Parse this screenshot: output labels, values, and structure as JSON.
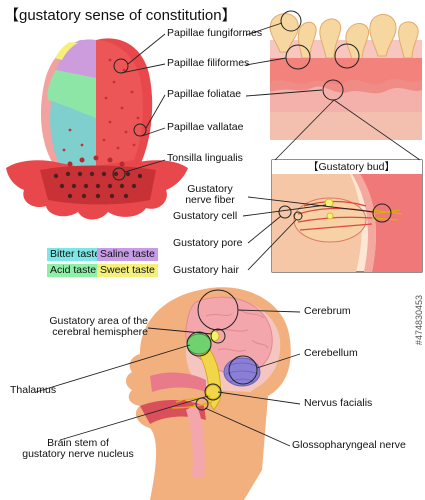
{
  "title": "【gustatory sense of constitution】",
  "tongue_labels": {
    "fungiformes": "Papillae fungiformes",
    "filiformes": "Papillae filiformes",
    "foliatae": "Papillae foliatae",
    "vallatae": "Papillae vallatae",
    "tonsilla": "Tonsilla lingualis"
  },
  "bud": {
    "title": "【Gustatory bud】",
    "nerve_fiber_line1": "Gustatory",
    "nerve_fiber_line2": "nerve fiber",
    "cell": "Gustatory cell",
    "pore": "Gustatory pore",
    "hair": "Gustatory hair"
  },
  "legend": [
    {
      "label": "Bitter taste",
      "color": "#7fe6e6"
    },
    {
      "label": "Saline taste",
      "color": "#c79be6"
    },
    {
      "label": "Acid taste",
      "color": "#8ef0a6"
    },
    {
      "label": "Sweet taste",
      "color": "#f5f07a"
    }
  ],
  "head_labels": {
    "area_line1": "Gustatory area of the",
    "area_line2": "cerebral hemisphere",
    "cerebrum": "Cerebrum",
    "cerebellum": "Cerebellum",
    "thalamus": "Thalamus",
    "facialis": "Nervus facialis",
    "stem_line1": "Brain stem of",
    "stem_line2": "gustatory nerve nucleus",
    "glosso": "Glossopharyngeal nerve"
  },
  "watermark": "#474830453",
  "colors": {
    "tongue": "#e8484b",
    "tongue_light": "#f26a6a",
    "bitter": "#7fcfcf",
    "saline": "#c79be6",
    "acid": "#8ee6a6",
    "sweet": "#f5f07a",
    "skin": "#f3b07f",
    "brain": "#f4a6ad",
    "cerebellum": "#8a7ed6",
    "thalamus": "#6fd26f",
    "nerve": "#f2d64a"
  }
}
